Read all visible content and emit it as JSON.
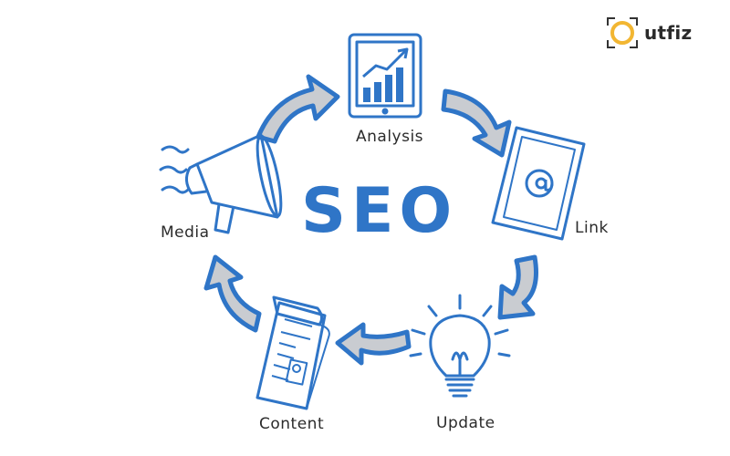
{
  "brand": {
    "name": "utfiz",
    "accent": "#f2b632",
    "text_color": "#2a2a2a"
  },
  "diagram": {
    "center": "SEO",
    "accent_blue": "#2f75c7",
    "arrow_fill": "#c9ccd1",
    "nodes": [
      {
        "label": "Analysis",
        "icon": "chart-tablet-icon"
      },
      {
        "label": "Link",
        "icon": "email-document-icon"
      },
      {
        "label": "Update",
        "icon": "lightbulb-icon"
      },
      {
        "label": "Content",
        "icon": "newspaper-icon"
      },
      {
        "label": "Media",
        "icon": "megaphone-icon"
      }
    ]
  }
}
